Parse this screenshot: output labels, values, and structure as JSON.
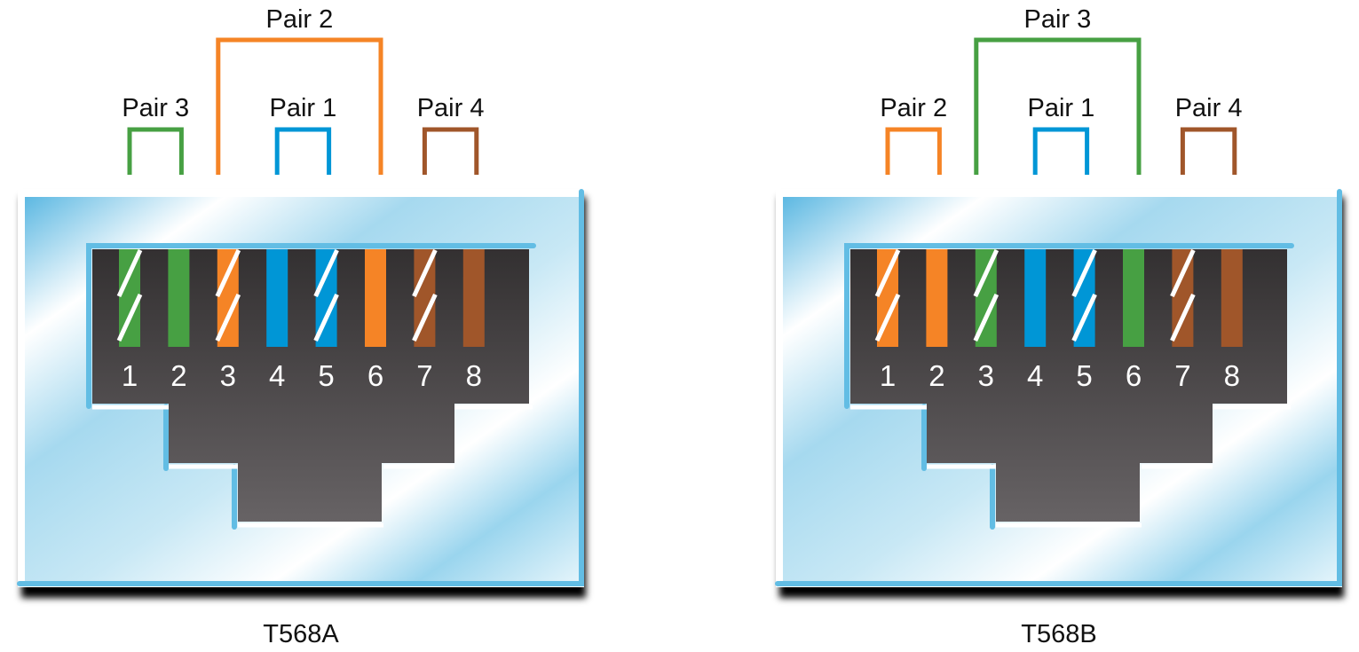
{
  "colors": {
    "green": "#47a043",
    "orange": "#f58426",
    "blue": "#0096d6",
    "brown": "#a0562a",
    "frame": "#62bde4"
  },
  "jacks": [
    {
      "standard": "T568A",
      "pairs": [
        {
          "label": "Pair 3",
          "pins": [
            1,
            2
          ],
          "color": "green",
          "level": "low"
        },
        {
          "label": "Pair 2",
          "pins": [
            3,
            6
          ],
          "color": "orange",
          "level": "high"
        },
        {
          "label": "Pair 1",
          "pins": [
            4,
            5
          ],
          "color": "blue",
          "level": "low"
        },
        {
          "label": "Pair 4",
          "pins": [
            7,
            8
          ],
          "color": "brown",
          "level": "low"
        }
      ],
      "wires": [
        {
          "pin": "1",
          "color": "green",
          "striped": true
        },
        {
          "pin": "2",
          "color": "green",
          "striped": false
        },
        {
          "pin": "3",
          "color": "orange",
          "striped": true
        },
        {
          "pin": "4",
          "color": "blue",
          "striped": false
        },
        {
          "pin": "5",
          "color": "blue",
          "striped": true
        },
        {
          "pin": "6",
          "color": "orange",
          "striped": false
        },
        {
          "pin": "7",
          "color": "brown",
          "striped": true
        },
        {
          "pin": "8",
          "color": "brown",
          "striped": false
        }
      ]
    },
    {
      "standard": "T568B",
      "pairs": [
        {
          "label": "Pair 2",
          "pins": [
            1,
            2
          ],
          "color": "orange",
          "level": "low"
        },
        {
          "label": "Pair 3",
          "pins": [
            3,
            6
          ],
          "color": "green",
          "level": "high"
        },
        {
          "label": "Pair 1",
          "pins": [
            4,
            5
          ],
          "color": "blue",
          "level": "low"
        },
        {
          "label": "Pair 4",
          "pins": [
            7,
            8
          ],
          "color": "brown",
          "level": "low"
        }
      ],
      "wires": [
        {
          "pin": "1",
          "color": "orange",
          "striped": true
        },
        {
          "pin": "2",
          "color": "orange",
          "striped": false
        },
        {
          "pin": "3",
          "color": "green",
          "striped": true
        },
        {
          "pin": "4",
          "color": "blue",
          "striped": false
        },
        {
          "pin": "5",
          "color": "blue",
          "striped": true
        },
        {
          "pin": "6",
          "color": "green",
          "striped": false
        },
        {
          "pin": "7",
          "color": "brown",
          "striped": true
        },
        {
          "pin": "8",
          "color": "brown",
          "striped": false
        }
      ]
    }
  ]
}
